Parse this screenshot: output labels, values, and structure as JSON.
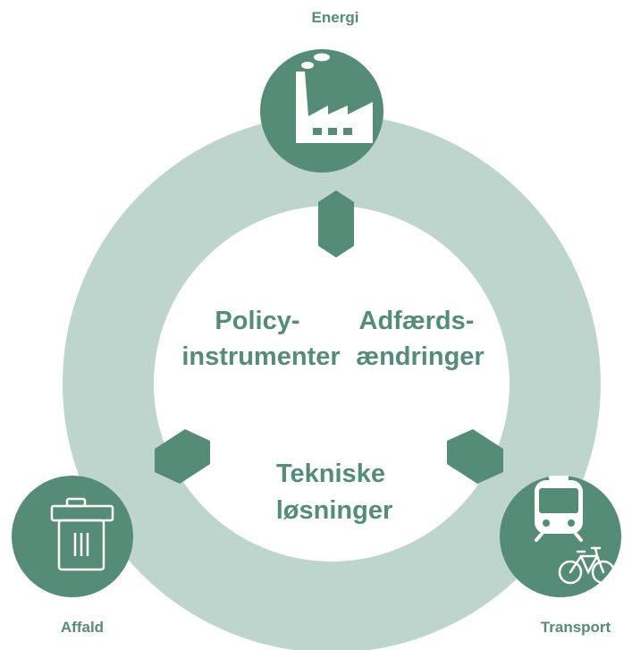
{
  "colors": {
    "ring": "#bdd5cc",
    "accent": "#558c77",
    "icon": "#ffffff",
    "background": "#ffffff"
  },
  "nodes": {
    "top": {
      "label": "Energi",
      "icon": "factory-icon"
    },
    "left": {
      "label": "Affald",
      "icon": "trash-can-icon"
    },
    "right": {
      "label": "Transport",
      "icons": [
        "train-icon",
        "bicycle-icon"
      ]
    }
  },
  "center": {
    "left": {
      "line1": "Policy-",
      "line2": "instrumenter"
    },
    "right": {
      "line1": "Adfærds-",
      "line2": "ændringer"
    },
    "bottom": {
      "line1": "Tekniske",
      "line2": "løsninger"
    }
  }
}
